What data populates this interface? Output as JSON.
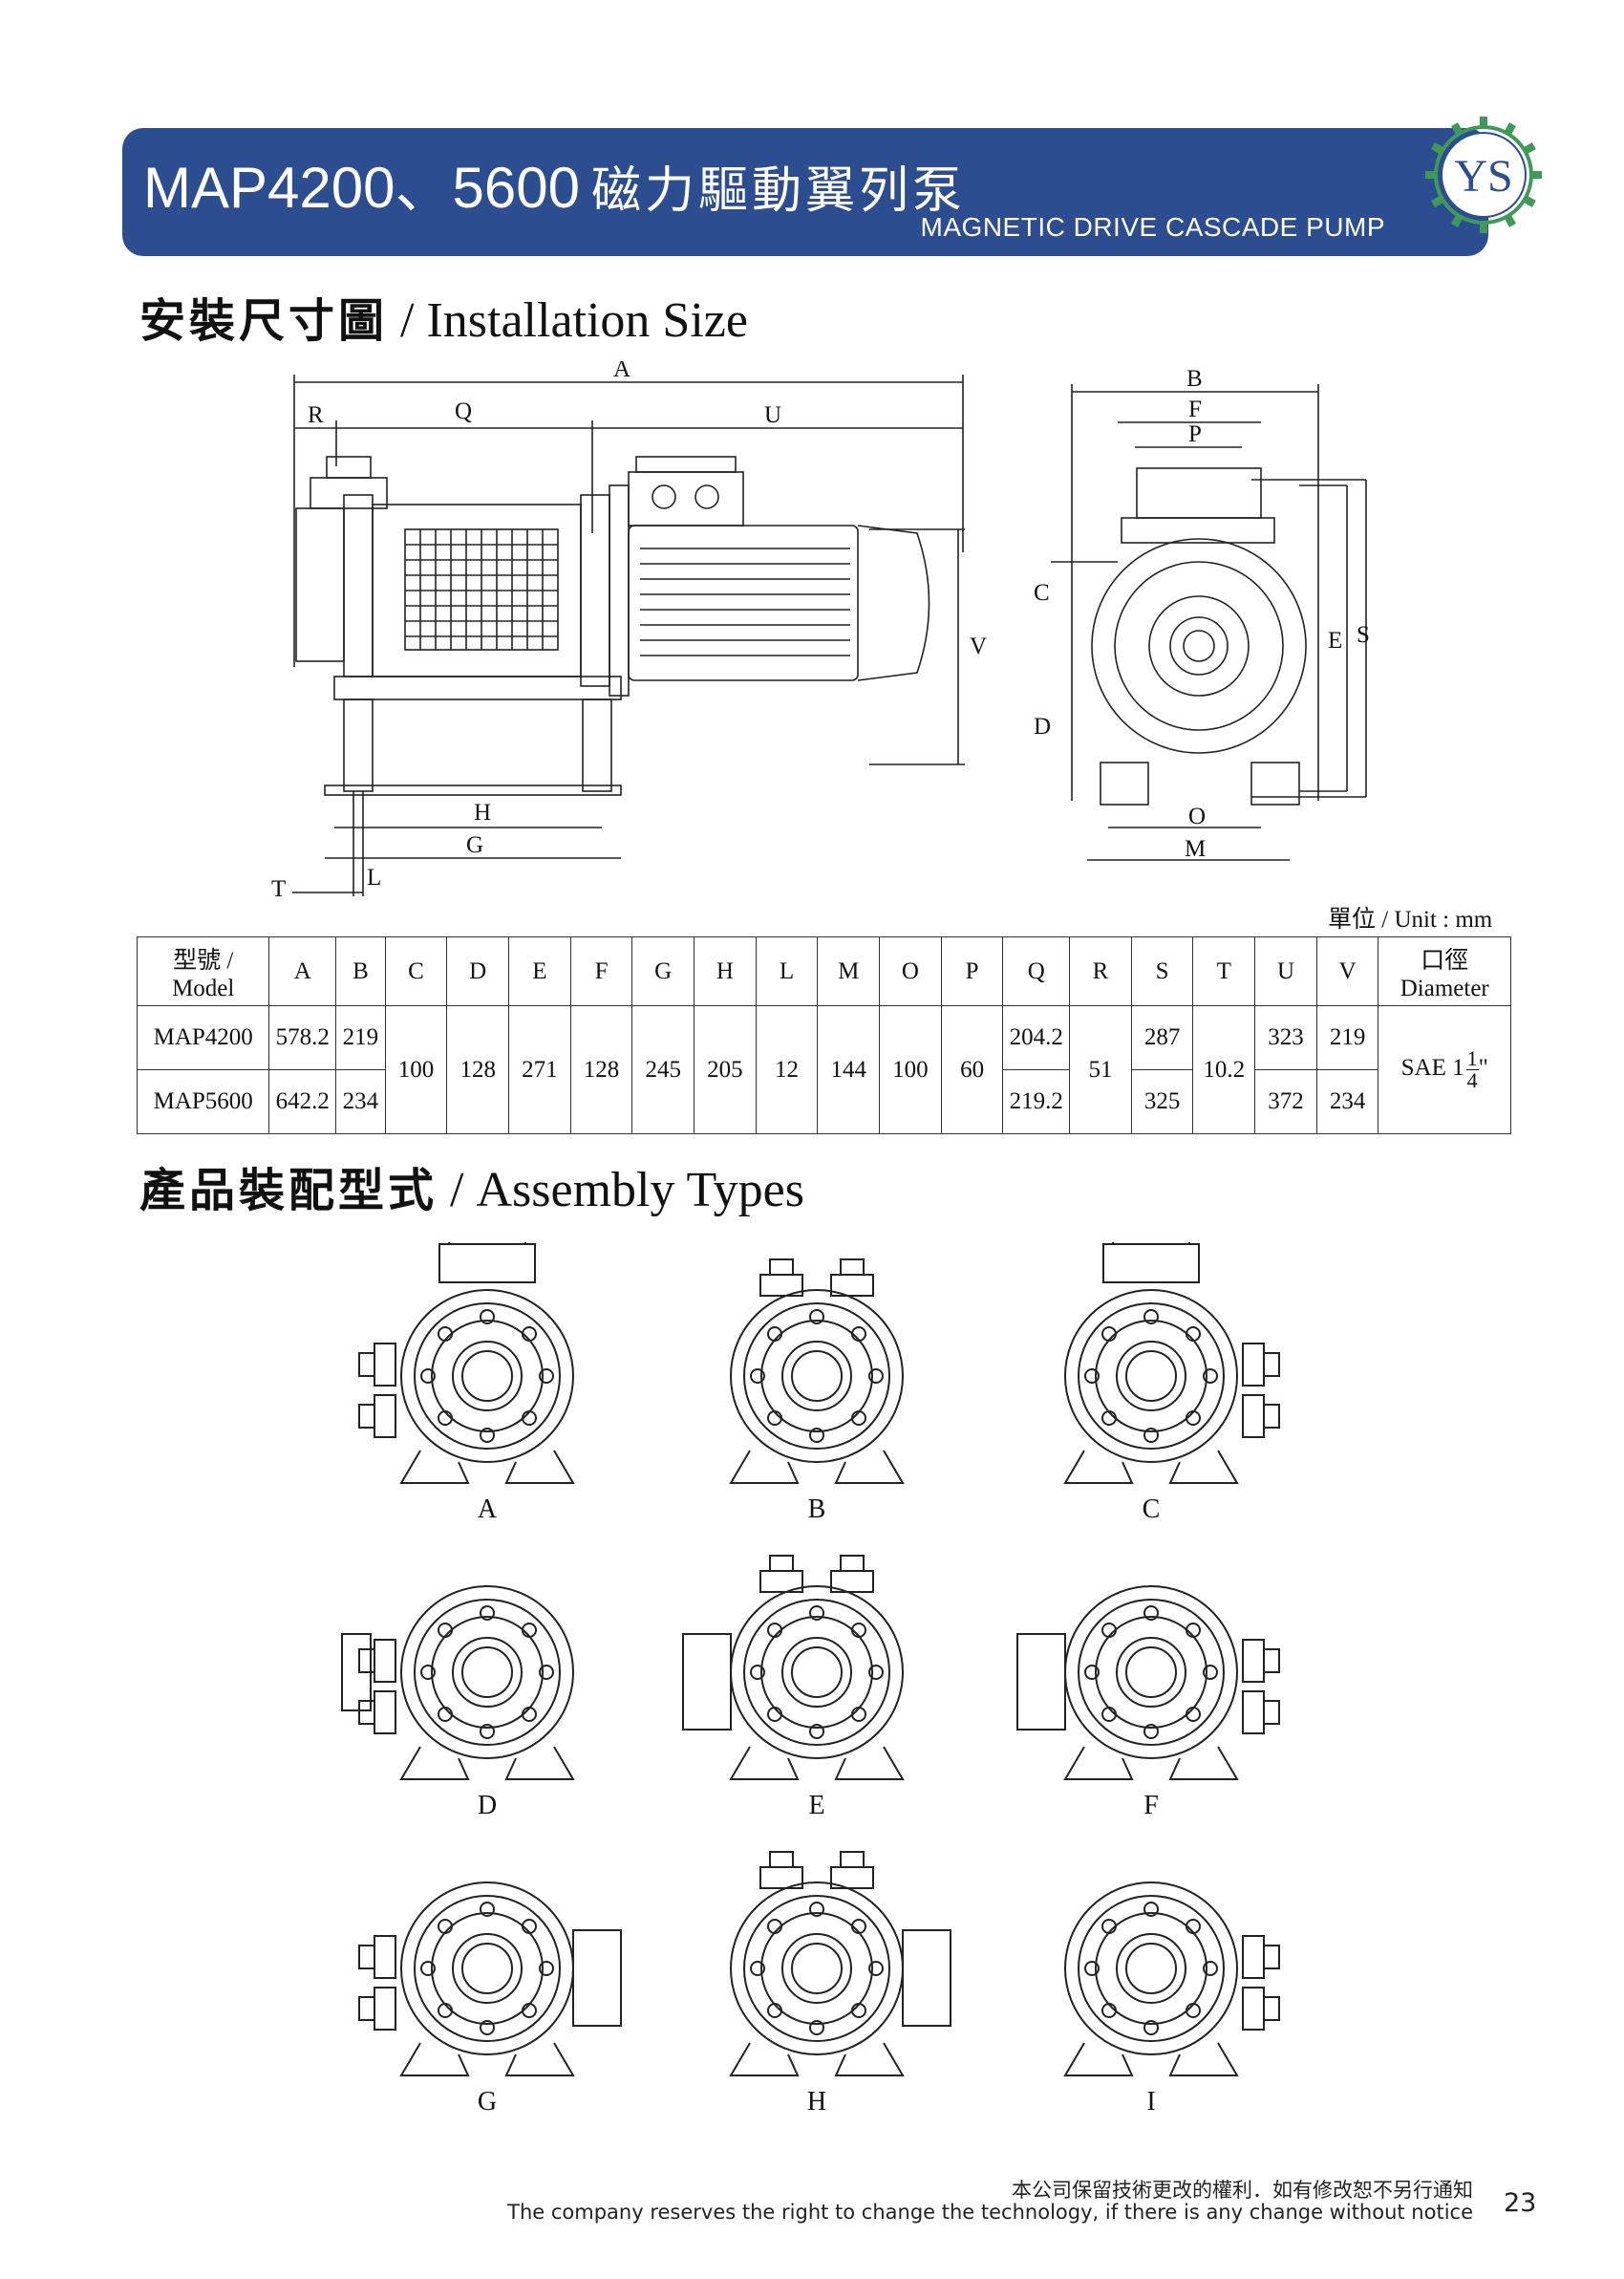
{
  "header": {
    "title_model": "MAP4200、5600",
    "title_zh": "磁力驅動翼列泵",
    "subtitle": "MAGNETIC DRIVE CASCADE PUMP",
    "logo_text": "YS"
  },
  "installation": {
    "title_zh": "安裝尺寸圖",
    "title_en": " / Installation Size",
    "side_labels": [
      "A",
      "R",
      "Q",
      "U",
      "V",
      "H",
      "G",
      "T",
      "L"
    ],
    "front_labels": [
      "B",
      "F",
      "P",
      "C",
      "D",
      "E",
      "S",
      "O",
      "M"
    ]
  },
  "unit_label": "單位 / Unit : mm",
  "table": {
    "header_model_zh": "型號 /",
    "header_model_en": "Model",
    "columns": [
      "A",
      "B",
      "C",
      "D",
      "E",
      "F",
      "G",
      "H",
      "L",
      "M",
      "O",
      "P",
      "Q",
      "R",
      "S",
      "T",
      "U",
      "V"
    ],
    "header_diameter_zh": "口徑",
    "header_diameter_en": "Diameter",
    "rows": [
      {
        "model": "MAP4200",
        "A": "578.2",
        "B": "219",
        "Q": "204.2",
        "S": "287",
        "U": "323",
        "V": "219"
      },
      {
        "model": "MAP5600",
        "A": "642.2",
        "B": "234",
        "Q": "219.2",
        "S": "325",
        "U": "372",
        "V": "234"
      }
    ],
    "shared": {
      "C": "100",
      "D": "128",
      "E": "271",
      "F": "128",
      "G": "245",
      "H": "205",
      "L": "12",
      "M": "144",
      "O": "100",
      "P": "60",
      "R": "51",
      "T": "10.2"
    },
    "diameter": {
      "prefix": "SAE 1",
      "num": "1",
      "den": "4",
      "suffix": "\""
    }
  },
  "assembly": {
    "title_zh": "產品裝配型式",
    "title_en": " / Assembly Types",
    "types": [
      "A",
      "B",
      "C",
      "D",
      "E",
      "F",
      "G",
      "H",
      "I"
    ]
  },
  "footer": {
    "zh": "本公司保留技術更改的權利．如有修改恕不另行通知",
    "en": "The company reserves the right to change the technology, if there is any change without notice",
    "page": "23"
  }
}
